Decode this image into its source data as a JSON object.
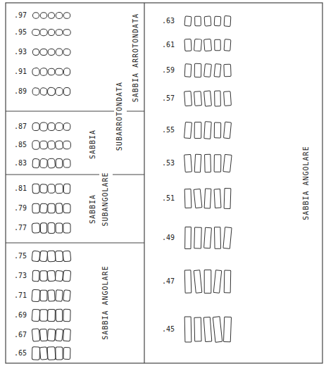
{
  "diagram": {
    "nodes": [
      {
        "text": [
          "SABBIA ARROTONDATA"
        ]
      },
      {
        "text": [
          "SABBIA"
        ]
      },
      {
        "text": [
          "SABBIA"
        ]
      },
      {
        "text": [
          "SABBIA ANGOLARE"
        ]
      },
      {
        "text": [
          "SABBIA ANGOLARE"
        ]
      }
    ],
    "labels": [
      ".97",
      ".95",
      ".93",
      ".91",
      ".89",
      ".87",
      ".85",
      ".83",
      ".81",
      ".79",
      ".77",
      ".75",
      ".73",
      ".71",
      ".69",
      ".67",
      ".65",
      ".63",
      ".61",
      ".59",
      ".57",
      ".55",
      ".53",
      ".51",
      ".49",
      ".47",
      ".45",
      "SUBARROTONDATA",
      "SUBANGOLARE"
    ]
  }
}
